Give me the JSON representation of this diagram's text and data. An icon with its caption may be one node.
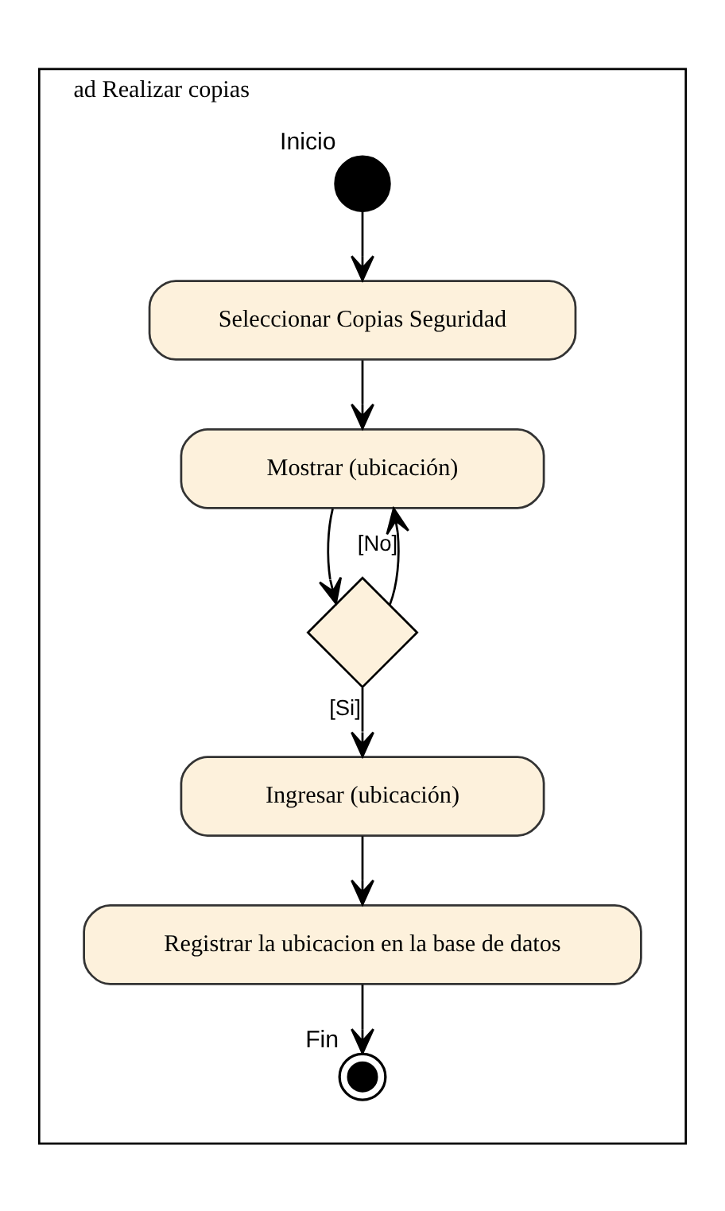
{
  "diagram": {
    "nodes": [
      {
        "text": [
          "ad Realizar copias"
        ]
      },
      {
        "text": [],
        "shape": "circle",
        "beside": [
          "Inicio"
        ],
        "in": 0
      },
      {
        "text": [
          "Seleccionar Copias Seguridad"
        ],
        "in": 0
      },
      {
        "text": [
          "Mostrar (ubicación)"
        ],
        "in": 0
      },
      {
        "text": [],
        "shape": "diamond",
        "in": 0
      },
      {
        "text": [
          "Ingresar (ubicación)"
        ],
        "in": 0
      },
      {
        "text": [
          "Registrar la ubicacion en la base de datos"
        ],
        "in": 0
      },
      {
        "text": [],
        "shape": "circle",
        "beside": [
          "Fin"
        ],
        "in": 0
      }
    ],
    "edges": [
      {
        "from": 1,
        "to": 2,
        "arrow": "to"
      },
      {
        "from": 2,
        "to": 3,
        "arrow": "to"
      },
      {
        "from": 3,
        "to": 4,
        "arrow": "to"
      },
      {
        "from": 4,
        "to": 3,
        "arrow": "to",
        "label": "[No]"
      },
      {
        "from": 4,
        "to": 5,
        "arrow": "to",
        "label": "[Si]"
      },
      {
        "from": 5,
        "to": 6,
        "arrow": "to"
      },
      {
        "from": 6,
        "to": 7,
        "arrow": "to"
      }
    ]
  }
}
